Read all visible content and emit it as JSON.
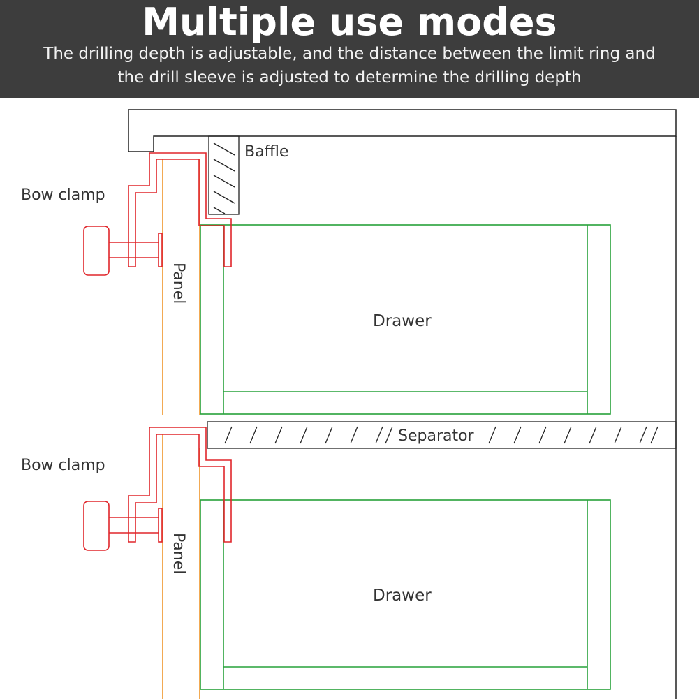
{
  "banner": {
    "title": "Multiple use modes",
    "subtitle_line1": "The drilling depth is adjustable, and the distance between the limit ring and",
    "subtitle_line2": "the drill sleeve is adjusted to determine the drilling depth"
  },
  "labels": {
    "baffle": "Baffle",
    "bow_clamp_top": "Bow clamp",
    "bow_clamp_bottom": "Bow clamp",
    "panel_top": "Panel",
    "panel_bottom": "Panel",
    "drawer_top": "Drawer",
    "drawer_bottom": "Drawer",
    "separator": "Separator"
  },
  "colors": {
    "banner_bg": "#3d3d3d",
    "clamp": "#e0262b",
    "drawer": "#27a23a",
    "panel_edge": "#f0a040",
    "frame": "#222222"
  }
}
